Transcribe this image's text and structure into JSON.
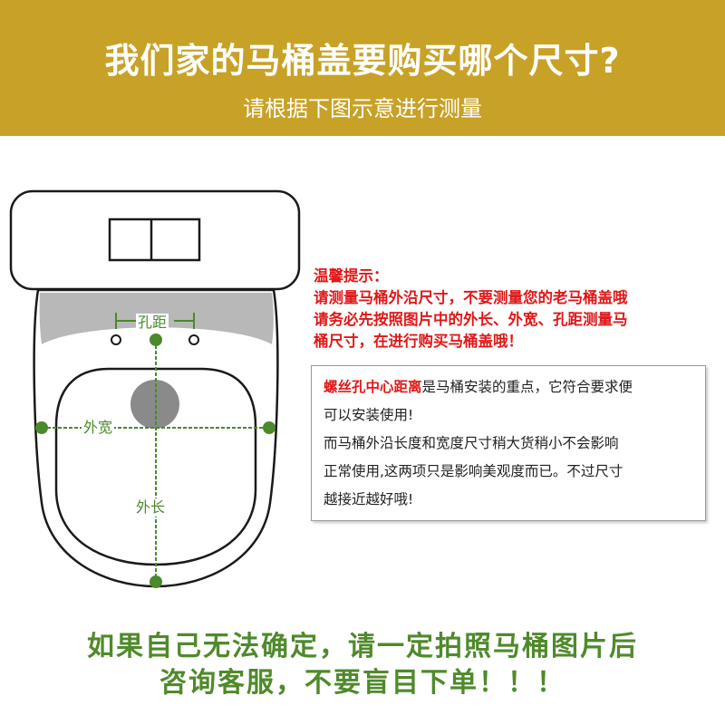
{
  "banner": {
    "title": "我们家的马桶盖要购买哪个尺寸?",
    "subtitle": "请根据下图示意进行测量",
    "color": "#c8a227"
  },
  "diagram": {
    "hole_distance_label": "孔距",
    "outer_width_label": "外宽",
    "outer_length_label": "外长",
    "line_color": "#4a8a2a"
  },
  "tip": {
    "heading": "温馨提示：",
    "line1": "请测量马桶外沿尺寸，不要测量您的老马桶盖哦",
    "line2": "请务必先按照图片中的外长、外宽、孔距测量马",
    "line3": "桶尺寸，在进行购买马桶盖哦！",
    "color": "#e01818"
  },
  "note": {
    "highlight": "螺丝孔中心距离",
    "line1_rest": "是马桶安装的重点，它符合要求便",
    "line2": "可以安装使用!",
    "line3": "而马桶外沿长度和宽度尺寸稍大货稍小不会影响",
    "line4": "正常使用,这两项只是影响美观度而已。不过尺寸",
    "line5": "越接近越好哦!"
  },
  "bottom": {
    "line1": "如果自己无法确定，请一定拍照马桶图片后",
    "line2": "咨询客服，不要盲目下单！！！",
    "color": "#4f8a2b"
  }
}
